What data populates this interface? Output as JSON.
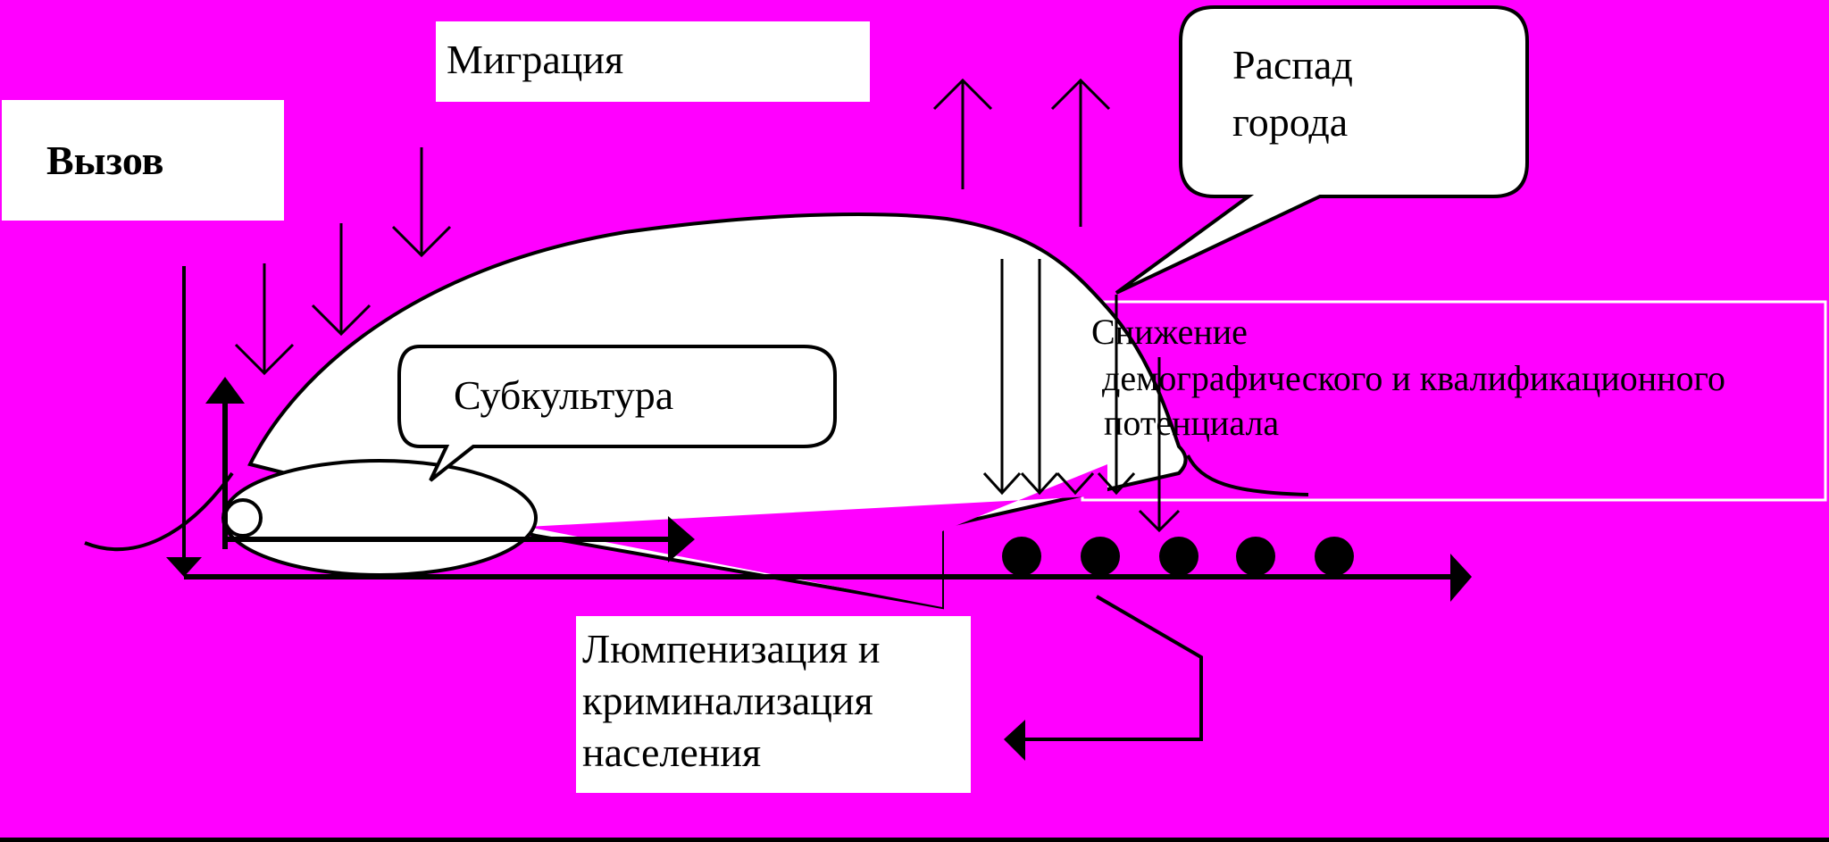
{
  "colors": {
    "background": "#ff00ff",
    "frame": "#000000",
    "box_fill": "#ffffff",
    "ink": "#000000"
  },
  "labels": {
    "challenge": "Вызов",
    "migration": "Миграция",
    "city_decay_line1": "Распад",
    "city_decay_line2": "города",
    "subculture": "Субкультура",
    "decline_line1": "Снижение",
    "decline_line2": "демографического и квалификационного",
    "decline_line3": "потенциала",
    "lumpen_line1": "Люмпенизация  и",
    "lumpen_line2": "криминализация",
    "lumpen_line3": "населения"
  }
}
